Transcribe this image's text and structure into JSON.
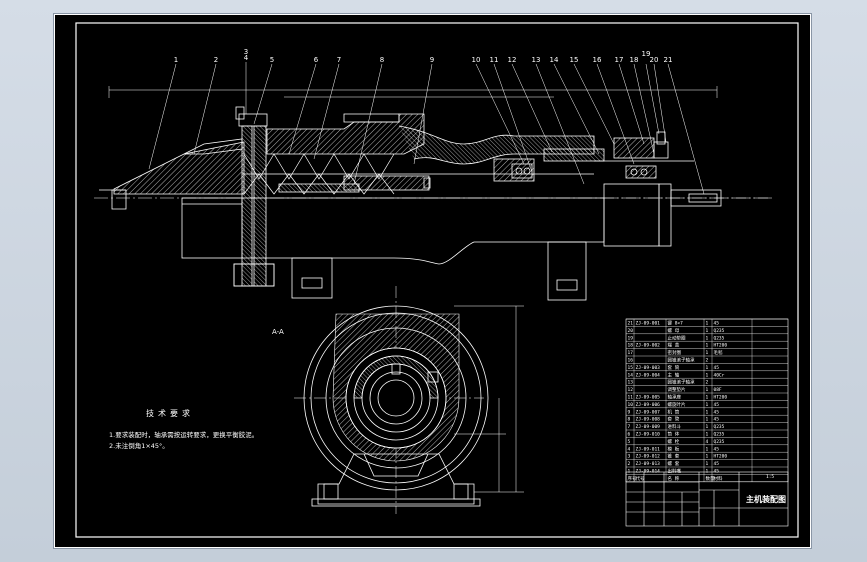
{
  "drawing": {
    "title": "主机装配图",
    "scale": "1:5",
    "tech_requirements": {
      "heading": "技术要求",
      "lines": [
        "1.要求装配时，轴承需按运转要求，更换平衡胶泥。",
        "2.未注倒角1×45°。"
      ]
    },
    "part_numbers": [
      "1",
      "2",
      "3",
      "4",
      "5",
      "6",
      "7",
      "8",
      "9",
      "10",
      "11",
      "12",
      "13",
      "14",
      "15",
      "16",
      "17",
      "18",
      "19",
      "20",
      "21"
    ],
    "section_label": "A-A"
  },
  "bom": {
    "rows": [
      {
        "no": "21",
        "code": "ZJ-09-001",
        "name": "键 8×7",
        "qty": "1",
        "mat": "45"
      },
      {
        "no": "20",
        "code": "",
        "name": "螺 母",
        "qty": "1",
        "mat": "Q235"
      },
      {
        "no": "19",
        "code": "",
        "name": "止动垫圈",
        "qty": "1",
        "mat": "Q235"
      },
      {
        "no": "18",
        "code": "ZJ-09-002",
        "name": "端 盖",
        "qty": "1",
        "mat": "HT200"
      },
      {
        "no": "17",
        "code": "",
        "name": "密封圈",
        "qty": "1",
        "mat": "毛毡"
      },
      {
        "no": "16",
        "code": "",
        "name": "圆锥滚子轴承",
        "qty": "2",
        "mat": ""
      },
      {
        "no": "15",
        "code": "ZJ-09-003",
        "name": "套 筒",
        "qty": "1",
        "mat": "45"
      },
      {
        "no": "14",
        "code": "ZJ-09-004",
        "name": "主 轴",
        "qty": "1",
        "mat": "40Cr"
      },
      {
        "no": "13",
        "code": "",
        "name": "圆锥滚子轴承",
        "qty": "2",
        "mat": ""
      },
      {
        "no": "12",
        "code": "",
        "name": "调整垫片",
        "qty": "1",
        "mat": "08F"
      },
      {
        "no": "11",
        "code": "ZJ-09-005",
        "name": "轴承座",
        "qty": "1",
        "mat": "HT200"
      },
      {
        "no": "10",
        "code": "ZJ-09-006",
        "name": "螺旋叶片",
        "qty": "1",
        "mat": "45"
      },
      {
        "no": "9",
        "code": "ZJ-09-007",
        "name": "机 筒",
        "qty": "1",
        "mat": "45"
      },
      {
        "no": "8",
        "code": "ZJ-09-008",
        "name": "套 管",
        "qty": "1",
        "mat": "45"
      },
      {
        "no": "7",
        "code": "ZJ-09-009",
        "name": "进料斗",
        "qty": "1",
        "mat": "Q235"
      },
      {
        "no": "6",
        "code": "ZJ-09-010",
        "name": "筒 体",
        "qty": "1",
        "mat": "Q235"
      },
      {
        "no": "5",
        "code": "",
        "name": "螺 栓",
        "qty": "4",
        "mat": "Q235"
      },
      {
        "no": "4",
        "code": "ZJ-09-011",
        "name": "模 板",
        "qty": "1",
        "mat": "45"
      },
      {
        "no": "3",
        "code": "ZJ-09-012",
        "name": "锥 套",
        "qty": "1",
        "mat": "HT200"
      },
      {
        "no": "2",
        "code": "ZJ-09-013",
        "name": "螺 套",
        "qty": "1",
        "mat": "45"
      },
      {
        "no": "1",
        "code": "ZJ-09-014",
        "name": "出料嘴",
        "qty": "1",
        "mat": "45"
      }
    ],
    "header": {
      "no": "序号",
      "code": "代号",
      "name": "名 称",
      "qty": "数量",
      "mat": "材料"
    }
  },
  "colors": {
    "background": "#c8d2dd",
    "sheet": "#000000",
    "line": "#ffffff",
    "hatch": "#ffffff"
  }
}
